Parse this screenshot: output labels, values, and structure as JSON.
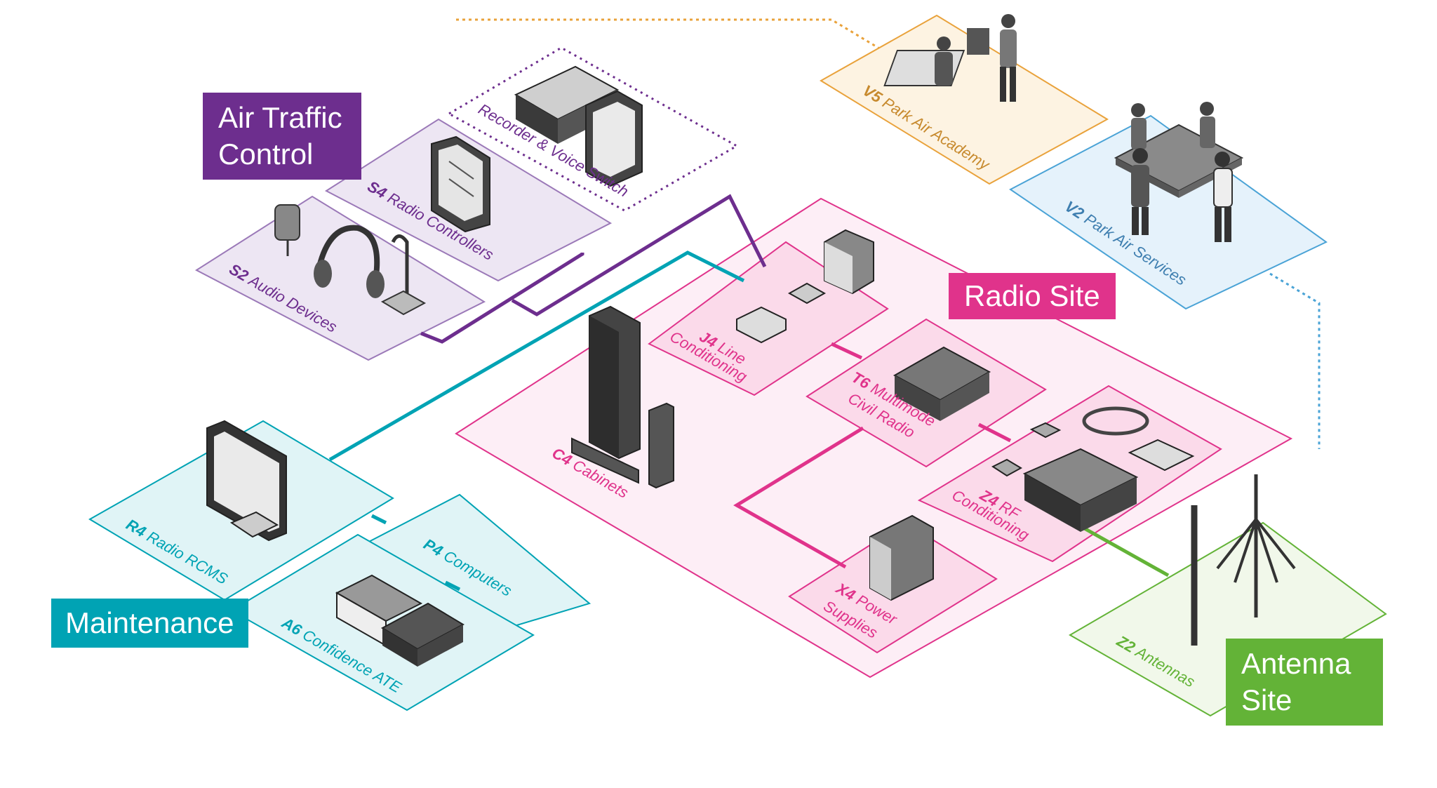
{
  "colors": {
    "atc": "#6d2e8e",
    "radio": "#e0338b",
    "maintenance": "#00a3b4",
    "antenna": "#63b337",
    "academy": "#e9a23b",
    "services": "#4aa3d6"
  },
  "sections": {
    "atc": "Air Traffic\nControl",
    "radio": "Radio Site",
    "maintenance": "Maintenance",
    "antenna": "Antenna\nSite"
  },
  "panels": {
    "recorder": {
      "code": "",
      "text": "Recorder & Voice Switch"
    },
    "s4": {
      "code": "S4",
      "text": " Radio Controllers"
    },
    "s2": {
      "code": "S2",
      "text": " Audio Devices"
    },
    "v5": {
      "code": "V5",
      "text": " Park Air Academy"
    },
    "v2": {
      "code": "V2",
      "text": " Park Air Services"
    },
    "j4_l1": {
      "code": "J4",
      "text": " Line"
    },
    "j4_l2": {
      "code": "",
      "text": "Conditioning"
    },
    "t6_l1": {
      "code": "T6",
      "text": " Multimode"
    },
    "t6_l2": {
      "code": "",
      "text": "Civil Radio"
    },
    "c4": {
      "code": "C4",
      "text": " Cabinets"
    },
    "z4_l1": {
      "code": "Z4",
      "text": " RF"
    },
    "z4_l2": {
      "code": "",
      "text": "Conditioning"
    },
    "x4_l1": {
      "code": "X4",
      "text": " Power"
    },
    "x4_l2": {
      "code": "",
      "text": "Supplies"
    },
    "r4": {
      "code": "R4",
      "text": " Radio RCMS"
    },
    "p4": {
      "code": "P4",
      "text": " Computers"
    },
    "a6": {
      "code": "A6",
      "text": " Confidence ATE"
    },
    "z2": {
      "code": "Z2",
      "text": " Antennas"
    }
  }
}
